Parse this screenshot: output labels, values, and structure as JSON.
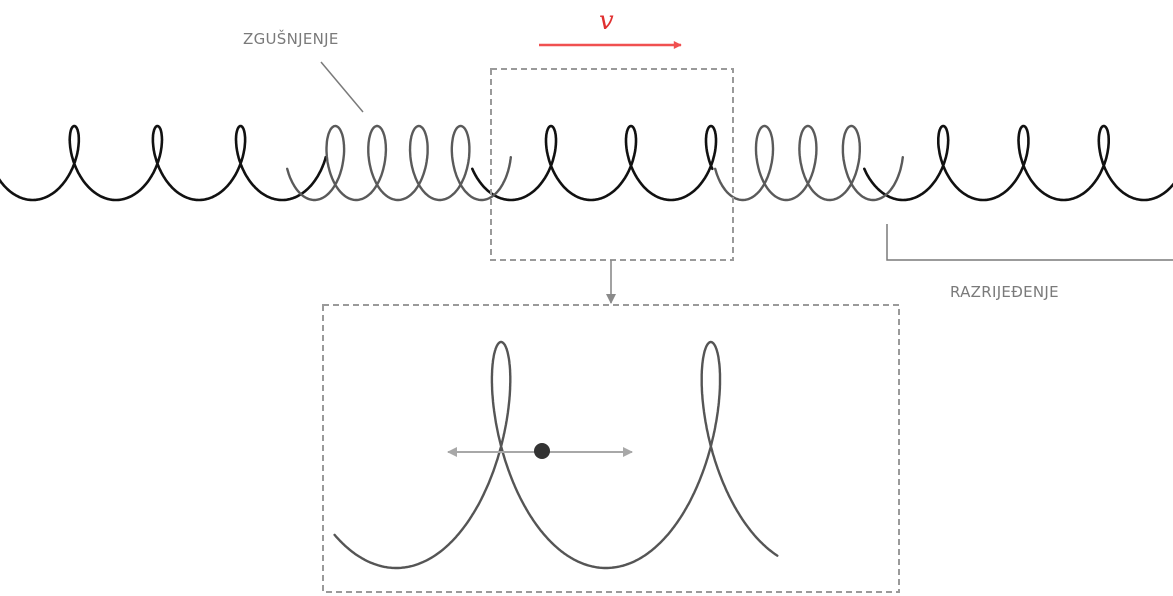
{
  "labels": {
    "compression": "ZGUŠNJENJE",
    "rarefaction": "RAZRIJEĐENJE",
    "velocity": "v"
  },
  "colors": {
    "spring_dark": "#111111",
    "spring_compressed": "#5a5a5a",
    "spring_zoom": "#555555",
    "dashed_box": "#9a9a9a",
    "label_text": "#7a7a7a",
    "velocity_arrow": "#f05050",
    "oscillation_arrow": "#a8a8a8",
    "particle": "#333333"
  },
  "icons": {
    "particle": "filled-circle",
    "oscillation": "double-headed-arrow",
    "velocity": "right-arrow"
  }
}
